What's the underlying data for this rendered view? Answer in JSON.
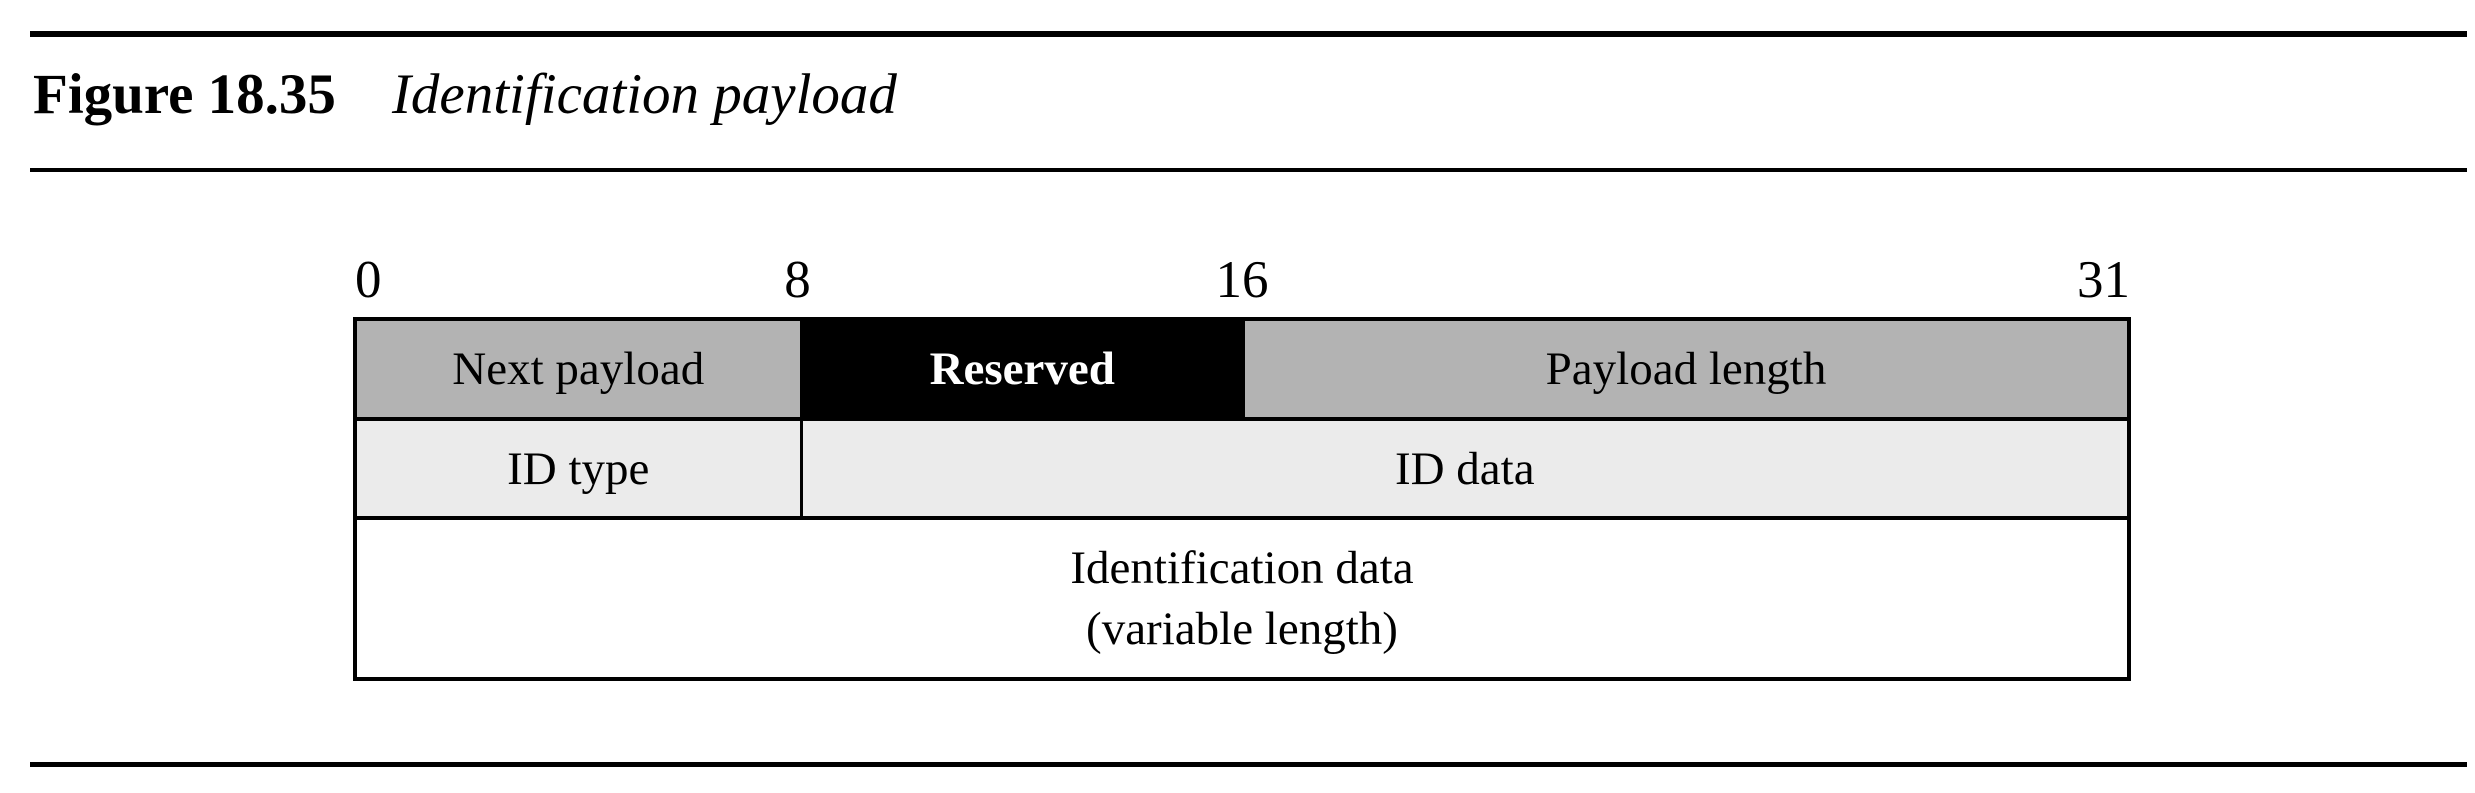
{
  "figure": {
    "label": "Figure 18.35",
    "title": "Identification payload"
  },
  "bit_scale": {
    "labels": [
      "0",
      "8",
      "16",
      "31"
    ]
  },
  "diagram": {
    "row1": {
      "cells": [
        {
          "label": "Next payload"
        },
        {
          "label": "Reserved"
        },
        {
          "label": "Payload length"
        }
      ]
    },
    "row2": {
      "cells": [
        {
          "label": "ID type"
        },
        {
          "label": "ID data"
        }
      ]
    },
    "row3": {
      "line1": "Identification data",
      "line2": "(variable length)"
    }
  },
  "colors": {
    "field_gray": "#b3b3b3",
    "field_light_gray": "#ebebeb",
    "reserved_bg": "#000000",
    "reserved_text": "#ffffff",
    "row3_bg": "#ffffff",
    "border": "#000000",
    "text": "#000000",
    "background": "#ffffff"
  }
}
